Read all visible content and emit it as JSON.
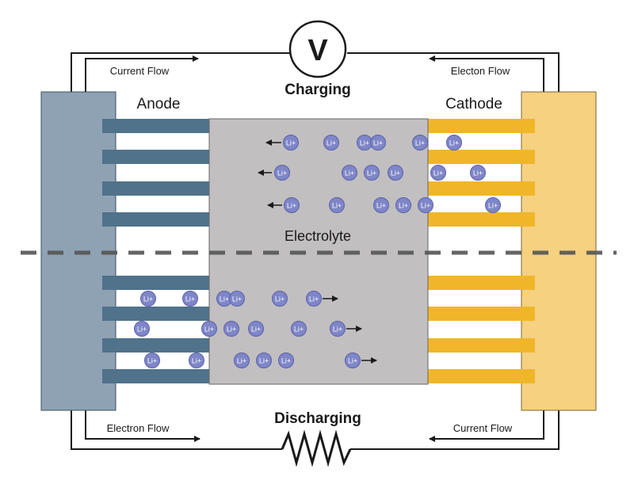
{
  "colors": {
    "anode_plate": "#8fa2b4",
    "anode_bars": "#50728a",
    "cathode_plate": "#f5d180",
    "cathode_bars": "#f0b62a",
    "electrolyte": "#c1bfc0",
    "ion": "#7f86c8",
    "wire": "#1a1a1a",
    "dashed_line": "#555555"
  },
  "labels": {
    "voltmeter": "V",
    "charging": "Charging",
    "discharging": "Discharging",
    "anode": "Anode",
    "cathode": "Cathode",
    "electrolyte": "Electrolyte",
    "top_left_flow": "Current Flow",
    "top_right_flow": "Electon Flow",
    "bottom_left_flow": "Electron Flow",
    "bottom_right_flow": "Current Flow"
  },
  "ion": {
    "label": "Li",
    "charge": "+"
  },
  "icons": {
    "voltmeter": "voltmeter-icon",
    "resistor": "resistor-icon"
  }
}
